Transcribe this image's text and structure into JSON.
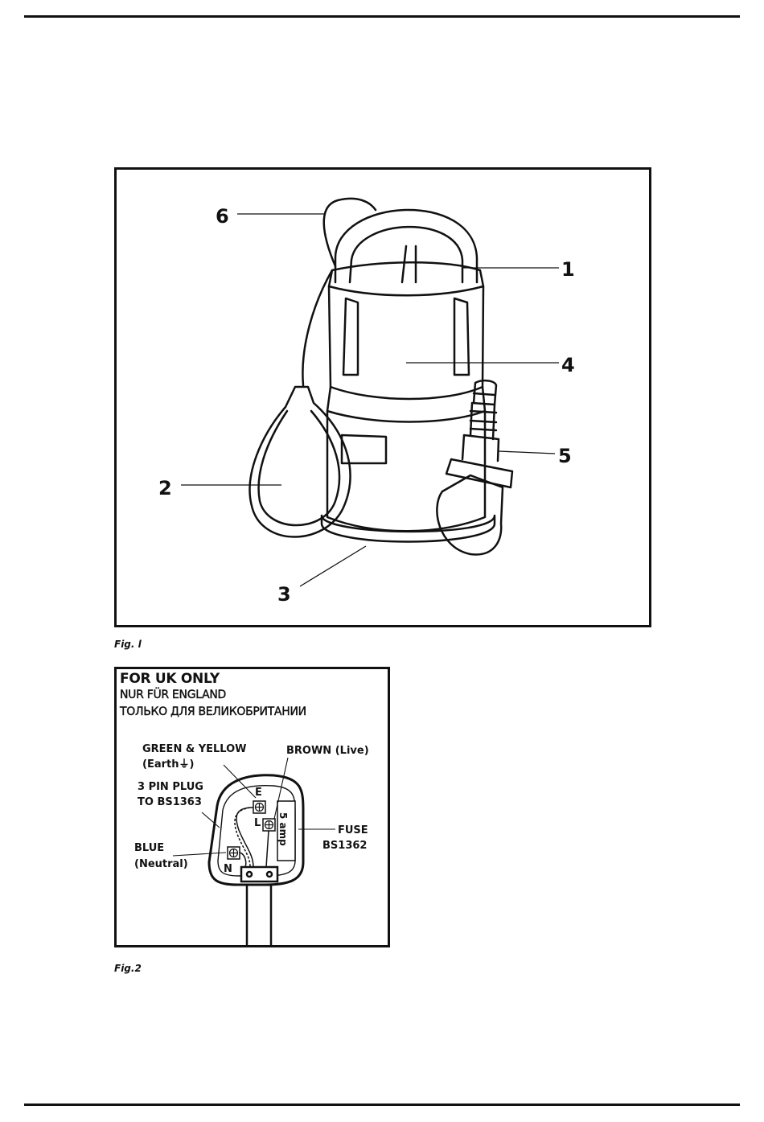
{
  "figure1": {
    "callouts": [
      "1",
      "2",
      "3",
      "4",
      "5",
      "6"
    ],
    "caption": "Fig. l"
  },
  "figure2": {
    "heading_1": "FOR UK ONLY",
    "heading_2": "NUR FÜR ENGLAND",
    "heading_3": "ТОЛЬКО ДЛЯ ВЕЛИКОБРИТАНИИ",
    "label_green_yellow": "GREEN & YELLOW",
    "label_earth": "(Earth⏚)",
    "label_brown": "BROWN (Live)",
    "label_plug_1": "3 PIN PLUG",
    "label_plug_2": "TO BS1363",
    "label_blue": "BLUE",
    "label_neutral": "(Neutral)",
    "label_fuse": "FUSE",
    "label_fuse_std": "BS1362",
    "label_fuse_rating": "5 amp",
    "terminal_e": "E",
    "terminal_l": "L",
    "terminal_n": "N",
    "caption": "Fig.2"
  }
}
